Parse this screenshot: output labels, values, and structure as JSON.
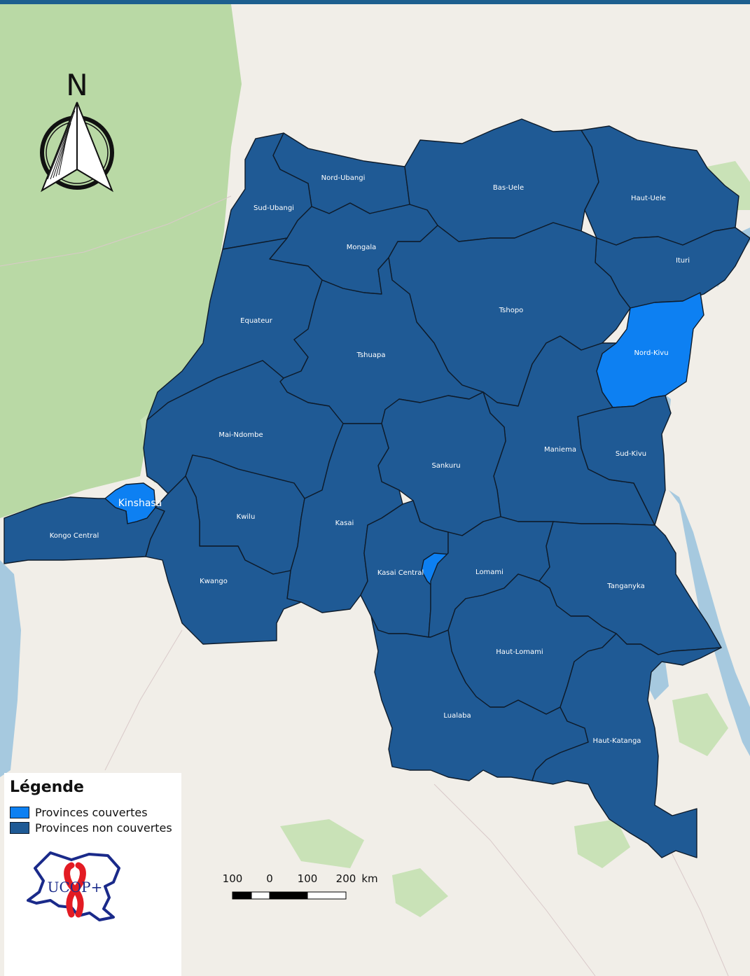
{
  "colors": {
    "covered": "#0d80f2",
    "uncovered": "#1f5a95",
    "border": "#0e1b2a",
    "land": "#f1eee8",
    "forest": "#b9d9a5",
    "water": "#a6c9df"
  },
  "provinces": [
    {
      "name": "Nord-Ubangi",
      "status": "uncovered"
    },
    {
      "name": "Sud-Ubangi",
      "status": "uncovered"
    },
    {
      "name": "Bas-Uele",
      "status": "uncovered"
    },
    {
      "name": "Haut-Uele",
      "status": "uncovered"
    },
    {
      "name": "Mongala",
      "status": "uncovered"
    },
    {
      "name": "Ituri",
      "status": "uncovered"
    },
    {
      "name": "Equateur",
      "status": "uncovered"
    },
    {
      "name": "Tshopo",
      "status": "uncovered"
    },
    {
      "name": "Tshuapa",
      "status": "uncovered"
    },
    {
      "name": "Nord-Kivu",
      "status": "covered"
    },
    {
      "name": "Mai-Ndombe",
      "status": "uncovered"
    },
    {
      "name": "Maniema",
      "status": "uncovered"
    },
    {
      "name": "Sankuru",
      "status": "uncovered"
    },
    {
      "name": "Sud-Kivu",
      "status": "uncovered"
    },
    {
      "name": "Kinshasa",
      "status": "covered"
    },
    {
      "name": "Kwilu",
      "status": "uncovered"
    },
    {
      "name": "Kasai",
      "status": "uncovered"
    },
    {
      "name": "Kongo Central",
      "status": "uncovered"
    },
    {
      "name": "Kasai Central",
      "status": "covered"
    },
    {
      "name": "Lomami",
      "status": "uncovered"
    },
    {
      "name": "Kwango",
      "status": "uncovered"
    },
    {
      "name": "Tanganyka",
      "status": "uncovered"
    },
    {
      "name": "Haut-Lomami",
      "status": "uncovered"
    },
    {
      "name": "Lualaba",
      "status": "uncovered"
    },
    {
      "name": "Haut-Katanga",
      "status": "uncovered"
    }
  ],
  "legend": {
    "title": "Légende",
    "covered_label": "Provinces couvertes",
    "uncovered_label": "Provinces non couvertes"
  },
  "north_arrow": {
    "letter": "N",
    "icon": "north-arrow-icon"
  },
  "scale_bar": {
    "labels": [
      "100",
      "0",
      "100",
      "200"
    ],
    "unit": "km"
  },
  "logo": {
    "text": "UCOP+",
    "icon": "red-ribbon-icon"
  }
}
